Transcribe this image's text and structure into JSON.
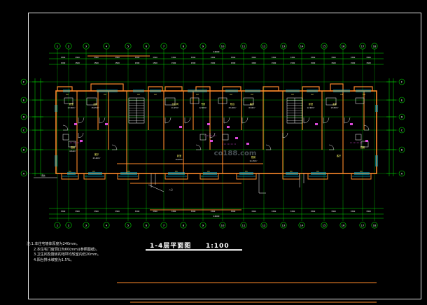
{
  "drawing": {
    "title": "1-4层平面图",
    "scale": "1:100",
    "notes": [
      "注:1.本住宅墙体厚度为240mm。",
      "2.本住宅门窗洞口为60(mm)(参照图纸)。",
      "3.卫生间及厨房的地坪均较室内低20mm。",
      "4.阳台排水坡度为1.5%。"
    ],
    "axes_top": [
      "1",
      "2",
      "3",
      "4",
      "5",
      "6",
      "7",
      "8",
      "9",
      "10",
      "11",
      "12",
      "13",
      "14",
      "15",
      "16",
      "17",
      "18"
    ],
    "axes_bottom": [
      "1",
      "2",
      "3",
      "4",
      "5",
      "6",
      "7",
      "8",
      "9",
      "10",
      "11",
      "12",
      "13",
      "14",
      "15",
      "16",
      "17",
      "18"
    ],
    "axes_side": [
      "F",
      "E",
      "D",
      "C",
      "B",
      "A"
    ],
    "room_labels": [
      "卧室",
      "主卧",
      "客厅",
      "厨房",
      "卫生间",
      "书房",
      "卧室",
      "阳台",
      "客厅",
      "厨房"
    ],
    "area_labels": [
      "12.96m²",
      "15.05m²",
      "23.40m²",
      "6.84m²",
      "11.25m²",
      "12.96m²",
      "15.05m²",
      "23.40m²",
      "6.84m²",
      "11.25m²",
      "12.96m²",
      "15.05m²"
    ],
    "watermark": "co188.com",
    "colors": {
      "background": "#000000",
      "dimension": "#00e000",
      "axis_bubble": "#00e000",
      "wall": "#ff8a2a",
      "window": "#00d8ff",
      "door": "#ffffff",
      "text": "#ffff66",
      "hatch": "#ff55ff"
    }
  }
}
